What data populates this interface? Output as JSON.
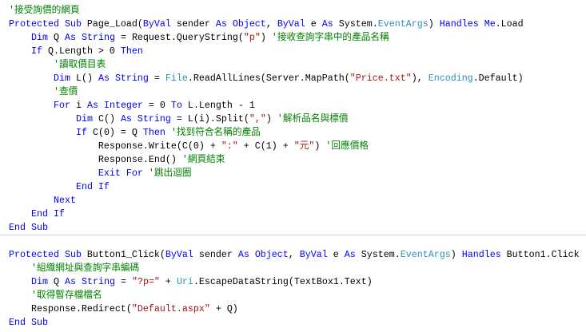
{
  "colors": {
    "keyword": "#0000ff",
    "comment": "#008000",
    "string": "#a31515",
    "type": "#2b91af",
    "plain": "#000000",
    "separator": "#d0d0d0"
  },
  "lines": [
    [
      [
        "cm",
        "'接受詢價的網頁"
      ]
    ],
    [
      [
        "kw",
        "Protected Sub"
      ],
      [
        "pl",
        " Page_Load("
      ],
      [
        "kw",
        "ByVal"
      ],
      [
        "pl",
        " sender "
      ],
      [
        "kw",
        "As Object"
      ],
      [
        "pl",
        ", "
      ],
      [
        "kw",
        "ByVal"
      ],
      [
        "pl",
        " e "
      ],
      [
        "kw",
        "As"
      ],
      [
        "pl",
        " System."
      ],
      [
        "ty",
        "EventArgs"
      ],
      [
        "pl",
        ") "
      ],
      [
        "kw",
        "Handles Me"
      ],
      [
        "pl",
        ".Load"
      ]
    ],
    [
      [
        "pl",
        "    "
      ],
      [
        "kw",
        "Dim"
      ],
      [
        "pl",
        " Q "
      ],
      [
        "kw",
        "As String"
      ],
      [
        "pl",
        " = Request.QueryString("
      ],
      [
        "st",
        "\"p\""
      ],
      [
        "pl",
        ") "
      ],
      [
        "cm",
        "'接收查詢字串中的產品名稱"
      ]
    ],
    [
      [
        "pl",
        "    "
      ],
      [
        "kw",
        "If"
      ],
      [
        "pl",
        " Q.Length > 0 "
      ],
      [
        "kw",
        "Then"
      ]
    ],
    [
      [
        "pl",
        "        "
      ],
      [
        "cm",
        "'讀取價目表"
      ]
    ],
    [
      [
        "pl",
        "        "
      ],
      [
        "kw",
        "Dim"
      ],
      [
        "pl",
        " L() "
      ],
      [
        "kw",
        "As String"
      ],
      [
        "pl",
        " = "
      ],
      [
        "ty",
        "File"
      ],
      [
        "pl",
        ".ReadAllLines(Server.MapPath("
      ],
      [
        "st",
        "\"Price.txt\""
      ],
      [
        "pl",
        "), "
      ],
      [
        "ty",
        "Encoding"
      ],
      [
        "pl",
        ".Default)"
      ]
    ],
    [
      [
        "pl",
        "        "
      ],
      [
        "cm",
        "'查價"
      ]
    ],
    [
      [
        "pl",
        "        "
      ],
      [
        "kw",
        "For"
      ],
      [
        "pl",
        " i "
      ],
      [
        "kw",
        "As Integer"
      ],
      [
        "pl",
        " = 0 "
      ],
      [
        "kw",
        "To"
      ],
      [
        "pl",
        " L.Length - 1"
      ]
    ],
    [
      [
        "pl",
        "            "
      ],
      [
        "kw",
        "Dim"
      ],
      [
        "pl",
        " C() "
      ],
      [
        "kw",
        "As String"
      ],
      [
        "pl",
        " = L(i).Split("
      ],
      [
        "st",
        "\",\""
      ],
      [
        "pl",
        ") "
      ],
      [
        "cm",
        "'解析品名與標價"
      ]
    ],
    [
      [
        "pl",
        "            "
      ],
      [
        "kw",
        "If"
      ],
      [
        "pl",
        " C(0) = Q "
      ],
      [
        "kw",
        "Then"
      ],
      [
        "pl",
        " "
      ],
      [
        "cm",
        "'找到符合名稱的產品"
      ]
    ],
    [
      [
        "pl",
        "                Response.Write(C(0) + "
      ],
      [
        "st",
        "\":\""
      ],
      [
        "pl",
        " + C(1) + "
      ],
      [
        "st",
        "\"元\""
      ],
      [
        "pl",
        ") "
      ],
      [
        "cm",
        "'回應價格"
      ]
    ],
    [
      [
        "pl",
        "                Response.End() "
      ],
      [
        "cm",
        "'網頁結束"
      ]
    ],
    [
      [
        "pl",
        "                "
      ],
      [
        "kw",
        "Exit For"
      ],
      [
        "pl",
        " "
      ],
      [
        "cm",
        "'跳出迴圈"
      ]
    ],
    [
      [
        "pl",
        "            "
      ],
      [
        "kw",
        "End If"
      ]
    ],
    [
      [
        "pl",
        "        "
      ],
      [
        "kw",
        "Next"
      ]
    ],
    [
      [
        "pl",
        "    "
      ],
      [
        "kw",
        "End If"
      ]
    ],
    [
      [
        "kw",
        "End Sub"
      ]
    ],
    [],
    [
      [
        "kw",
        "Protected Sub"
      ],
      [
        "pl",
        " Button1_Click("
      ],
      [
        "kw",
        "ByVal"
      ],
      [
        "pl",
        " sender "
      ],
      [
        "kw",
        "As Object"
      ],
      [
        "pl",
        ", "
      ],
      [
        "kw",
        "ByVal"
      ],
      [
        "pl",
        " e "
      ],
      [
        "kw",
        "As"
      ],
      [
        "pl",
        " System."
      ],
      [
        "ty",
        "EventArgs"
      ],
      [
        "pl",
        ") "
      ],
      [
        "kw",
        "Handles"
      ],
      [
        "pl",
        " Button1.Click"
      ]
    ],
    [
      [
        "pl",
        "    "
      ],
      [
        "cm",
        "'組織網址與查詢字串編碼"
      ]
    ],
    [
      [
        "pl",
        "    "
      ],
      [
        "kw",
        "Dim"
      ],
      [
        "pl",
        " Q "
      ],
      [
        "kw",
        "As String"
      ],
      [
        "pl",
        " = "
      ],
      [
        "st",
        "\"?p=\""
      ],
      [
        "pl",
        " + "
      ],
      [
        "ty",
        "Uri"
      ],
      [
        "pl",
        ".EscapeDataString(TextBox1.Text)"
      ]
    ],
    [
      [
        "pl",
        "    "
      ],
      [
        "cm",
        "'取得暫存檔檔名"
      ]
    ],
    [
      [
        "pl",
        "    Response.Redirect("
      ],
      [
        "st",
        "\"Default.aspx\""
      ],
      [
        "pl",
        " + Q)"
      ]
    ],
    [
      [
        "kw",
        "End Sub"
      ]
    ]
  ]
}
